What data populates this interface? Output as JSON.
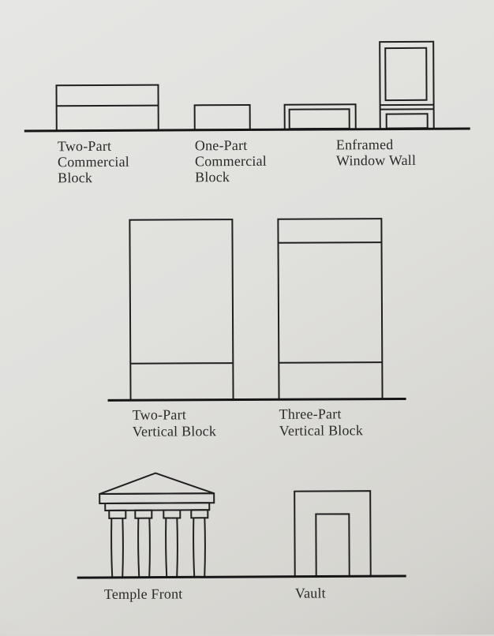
{
  "page": {
    "kind": "book-figure",
    "paper_color": "#e0e0dd",
    "ink_color": "#202020",
    "text_color": "#2a2a28"
  },
  "labels": {
    "two_part_commercial_block": "Two-Part\nCommercial\nBlock",
    "one_part_commercial_block": "One-Part\nCommercial\nBlock",
    "enframed_window_wall": "Enframed\nWindow Wall",
    "two_part_vertical_block": "Two-Part\nVertical Block",
    "three_part_vertical_block": "Three-Part\nVertical Block",
    "temple_front": "Temple Front",
    "vault": "Vault"
  }
}
